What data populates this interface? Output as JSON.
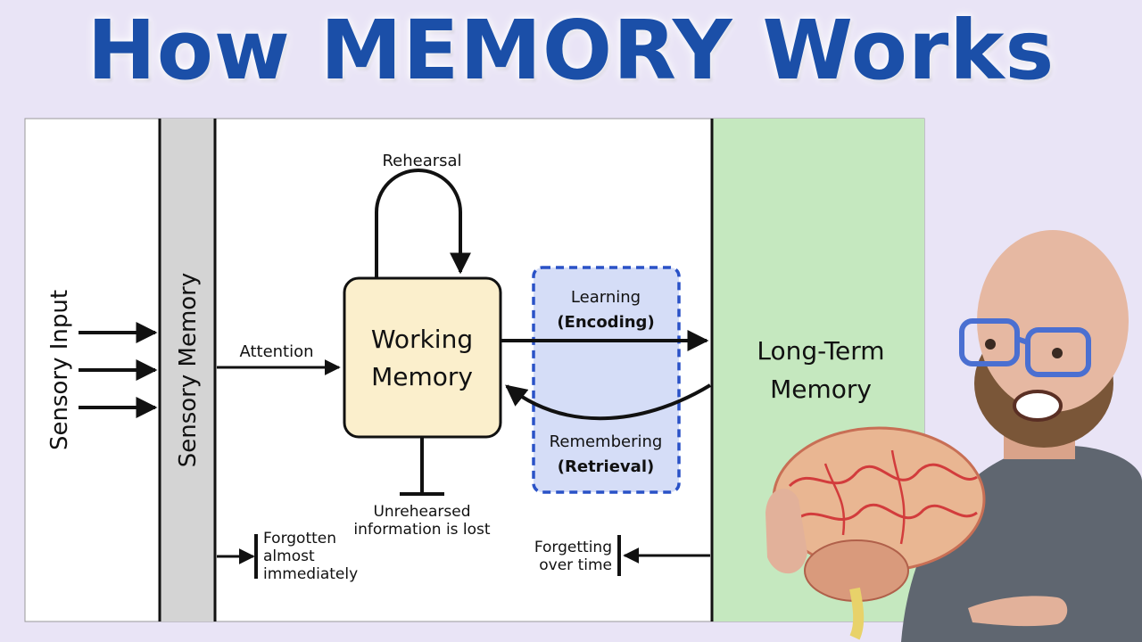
{
  "title": "How MEMORY Works",
  "diagram": {
    "sensory_input": "Sensory Input",
    "sensory_memory": "Sensory Memory",
    "attention": "Attention",
    "rehearsal": "Rehearsal",
    "working_memory_line1": "Working",
    "working_memory_line2": "Memory",
    "learning": "Learning",
    "encoding": "(Encoding)",
    "remembering": "Remembering",
    "retrieval": "(Retrieval)",
    "long_term_line1": "Long-Term",
    "long_term_line2": "Memory",
    "unrehearsed_line1": "Unrehearsed",
    "unrehearsed_line2": "information is lost",
    "forgotten_line1": "Forgotten",
    "forgotten_line2": "almost",
    "forgotten_line3": "immediately",
    "forgetting_line1": "Forgetting",
    "forgetting_line2": "over time"
  },
  "colors": {
    "title": "#1b4fa8",
    "background": "#e9e4f6",
    "sensory_memory_band": "#d4d4d4",
    "working_memory_box": "#fbefcc",
    "long_term_band": "#c5e8bf",
    "encoding_box_fill": "#d5ddf7",
    "encoding_box_border": "#2a52c7"
  }
}
